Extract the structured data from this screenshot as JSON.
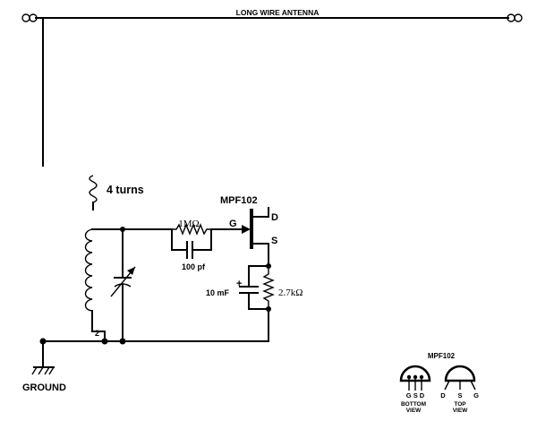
{
  "diagram": {
    "antenna_label": "LONG WIRE ANTENNA",
    "coupling_label": "4 turns",
    "transistor_label": "MPF102",
    "gate_label": "G",
    "drain_label": "D",
    "source_label": "S",
    "resistor_1_label": "1MΩ",
    "capacitor_1_label": "100 pf",
    "capacitor_2_label": "10 mF",
    "capacitor_2_polarity": "+",
    "resistor_2_label": "2.7kΩ",
    "tap_label": "2",
    "ground_label": "GROUND"
  },
  "pinout": {
    "title": "MPF102",
    "bottom_pins": "G S D",
    "bottom_caption_1": "BOTTOM",
    "bottom_caption_2": "VIEW",
    "top_pin_d": "D",
    "top_pin_s": "S",
    "top_pin_g": "G",
    "top_caption_1": "TOP",
    "top_caption_2": "VIEW"
  }
}
